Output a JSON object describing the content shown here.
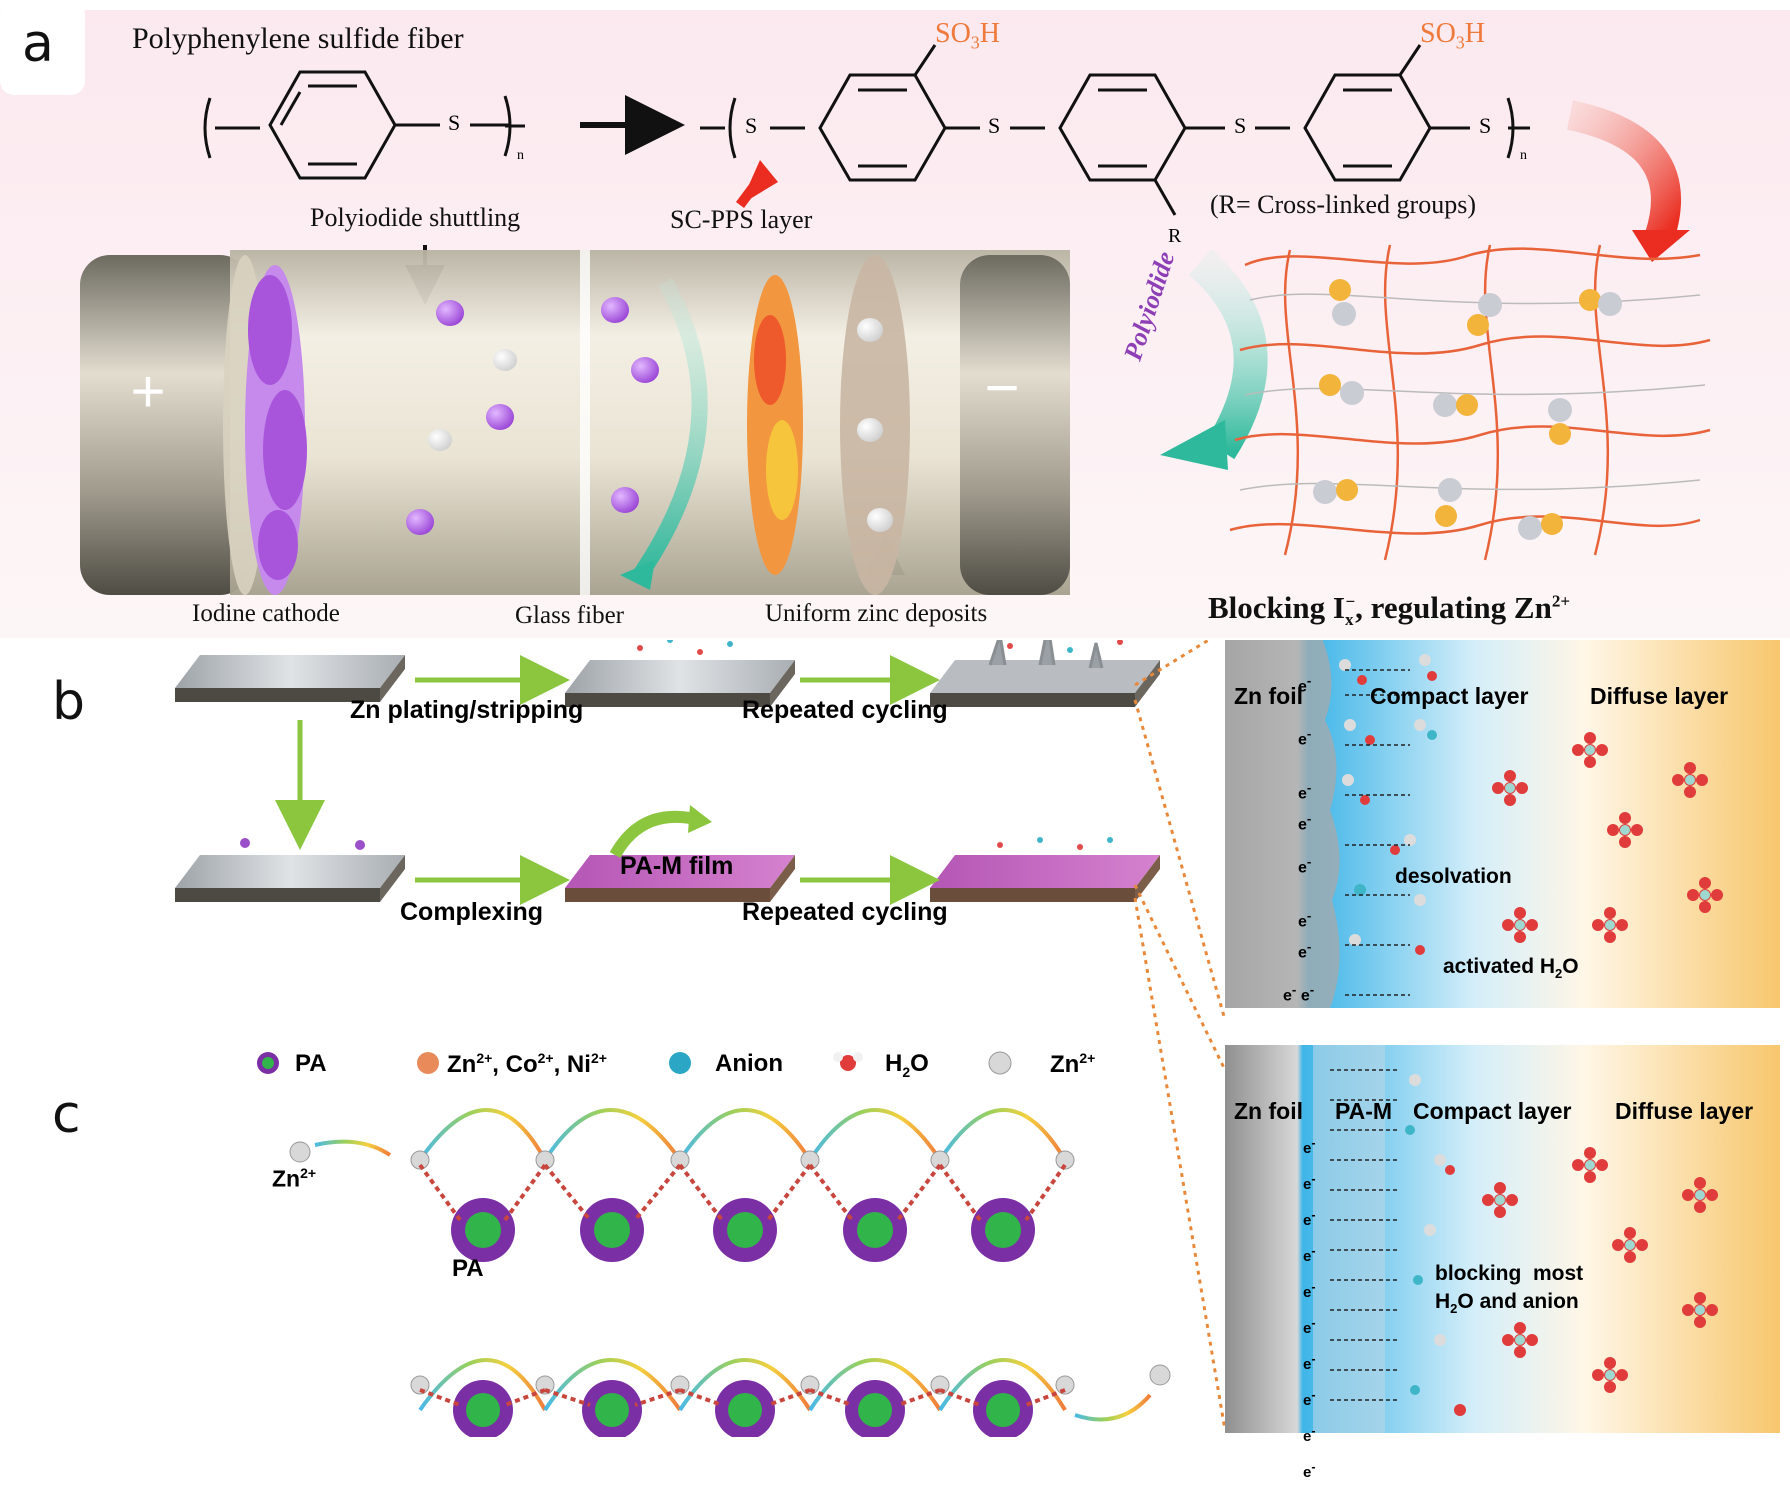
{
  "panel_a": {
    "letter": "a",
    "title": "Polyphenylene sulfide fiber",
    "s_atom": "S",
    "n_sub": "n",
    "so3h_1": "SO3H",
    "so3h_2": "SO3H",
    "r_group": "R",
    "r_note": "(R= Cross-linked groups)",
    "sc_pps_label": "SC-PPS layer",
    "shuttling_label": "Polyiodide shuttling",
    "plus": "+",
    "minus": "−",
    "cathode_label": "Iodine cathode",
    "glass_label": "Glass fiber",
    "deposit_label": "Uniform zinc deposits",
    "polyiodide_label": "Polyiodide",
    "caption": "Blocking I",
    "caption_sub": "x",
    "caption_sup": "−",
    "caption_rest": ", regulating Zn",
    "caption_sup2": "2+"
  },
  "panel_b": {
    "letter": "b",
    "step1": "Zn plating/stripping",
    "step2": "Repeated cycling",
    "step3": "Complexing",
    "film": "PA-M film",
    "step4": "Repeated cycling",
    "zoom_top": {
      "zn_foil": "Zn foil",
      "compact": "Compact layer",
      "diffuse": "Diffuse layer",
      "desolvation": "desolvation",
      "activated": "activated H",
      "activated_sub": "2",
      "activated_end": "O",
      "electron": "e",
      "electron_sup": "-"
    },
    "zoom_bottom": {
      "zn_foil": "Zn foil",
      "pam": "PA-M",
      "compact": "Compact layer",
      "diffuse": "Diffuse layer",
      "blocking_1": "blocking  most",
      "blocking_2a": "H",
      "blocking_2sub": "2",
      "blocking_2b": "O and anion"
    },
    "legend": [
      {
        "label": "PA"
      },
      {
        "label": "Zn",
        "sup": "2+",
        "rest": ", Co",
        "sup2": "2+",
        "rest2": ", Ni",
        "sup3": "2+"
      },
      {
        "label": "Anion"
      },
      {
        "label": "H",
        "sub": "2",
        "rest": "O"
      },
      {
        "label": "Zn",
        "sup": "2+"
      }
    ]
  },
  "panel_c": {
    "letter": "c",
    "zn_label": "Zn",
    "zn_sup": "2+",
    "pa_label": "PA"
  },
  "colors": {
    "accent_orange": "#ef7a3c",
    "teal": "#3bbfa6",
    "purple": "#9b4fc9",
    "green_arrow": "#8cc63f",
    "dotted_orange": "#e8883a"
  }
}
